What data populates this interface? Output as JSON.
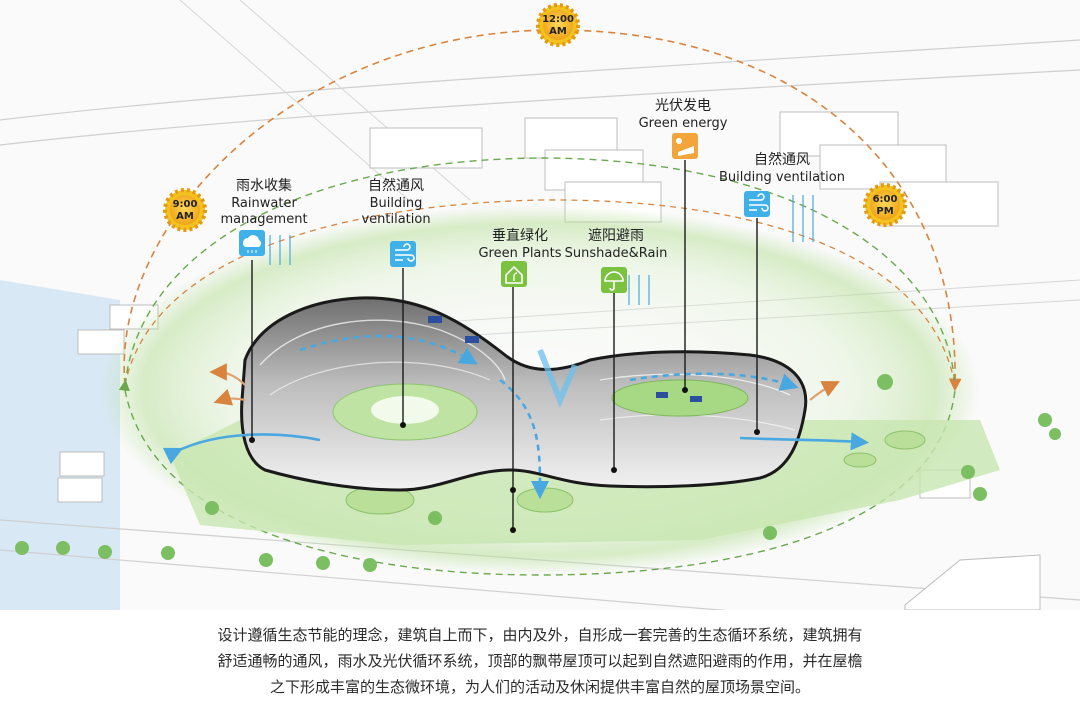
{
  "sun": {
    "morning": [
      "9:00",
      "AM"
    ],
    "noon": [
      "12:00",
      "AM"
    ],
    "evening": [
      "6:00",
      "PM"
    ]
  },
  "labels": {
    "rainwater": {
      "cn": "雨水收集",
      "en": [
        "Rainwater",
        "management"
      ]
    },
    "ventilation_left": {
      "cn": "自然通风",
      "en": [
        "Building",
        "ventilation"
      ]
    },
    "green_plants": {
      "cn": "垂直绿化",
      "en": [
        "Green Plants"
      ]
    },
    "sunshade": {
      "cn": "遮阳避雨",
      "en": [
        "Sunshade&Rain"
      ]
    },
    "green_energy": {
      "cn": "光伏发电",
      "en": [
        "Green energy"
      ]
    },
    "ventilation_right": {
      "cn": "自然通风",
      "en": [
        "Building ventilation"
      ]
    }
  },
  "icons": {
    "rainwater": "rain-cloud-icon",
    "ventilation_left": "wind-icon",
    "green_plants": "house-plant-icon",
    "sunshade": "umbrella-icon",
    "green_energy": "solar-panel-icon",
    "ventilation_right": "wind-icon"
  },
  "colors": {
    "sun": "#f2b21c",
    "icon_blue": "#3fb0e8",
    "icon_green": "#7cc241",
    "icon_orange": "#f2a53a",
    "path_orange": "#d8843e",
    "path_green": "#6aa84f",
    "vegetation": "#a9d98a",
    "airflow": "#4aa8e0"
  },
  "caption": {
    "line1": "设计遵循生态节能的理念，建筑自上而下，由内及外，自形成一套完善的生态循环系统，建筑拥有",
    "line2": "舒适通畅的通风，雨水及光伏循环系统，顶部的飘带屋顶可以起到自然遮阳避雨的作用，并在屋檐",
    "line3": "之下形成丰富的生态微环境，为人们的活动及休闲提供丰富自然的屋顶场景空间。"
  }
}
